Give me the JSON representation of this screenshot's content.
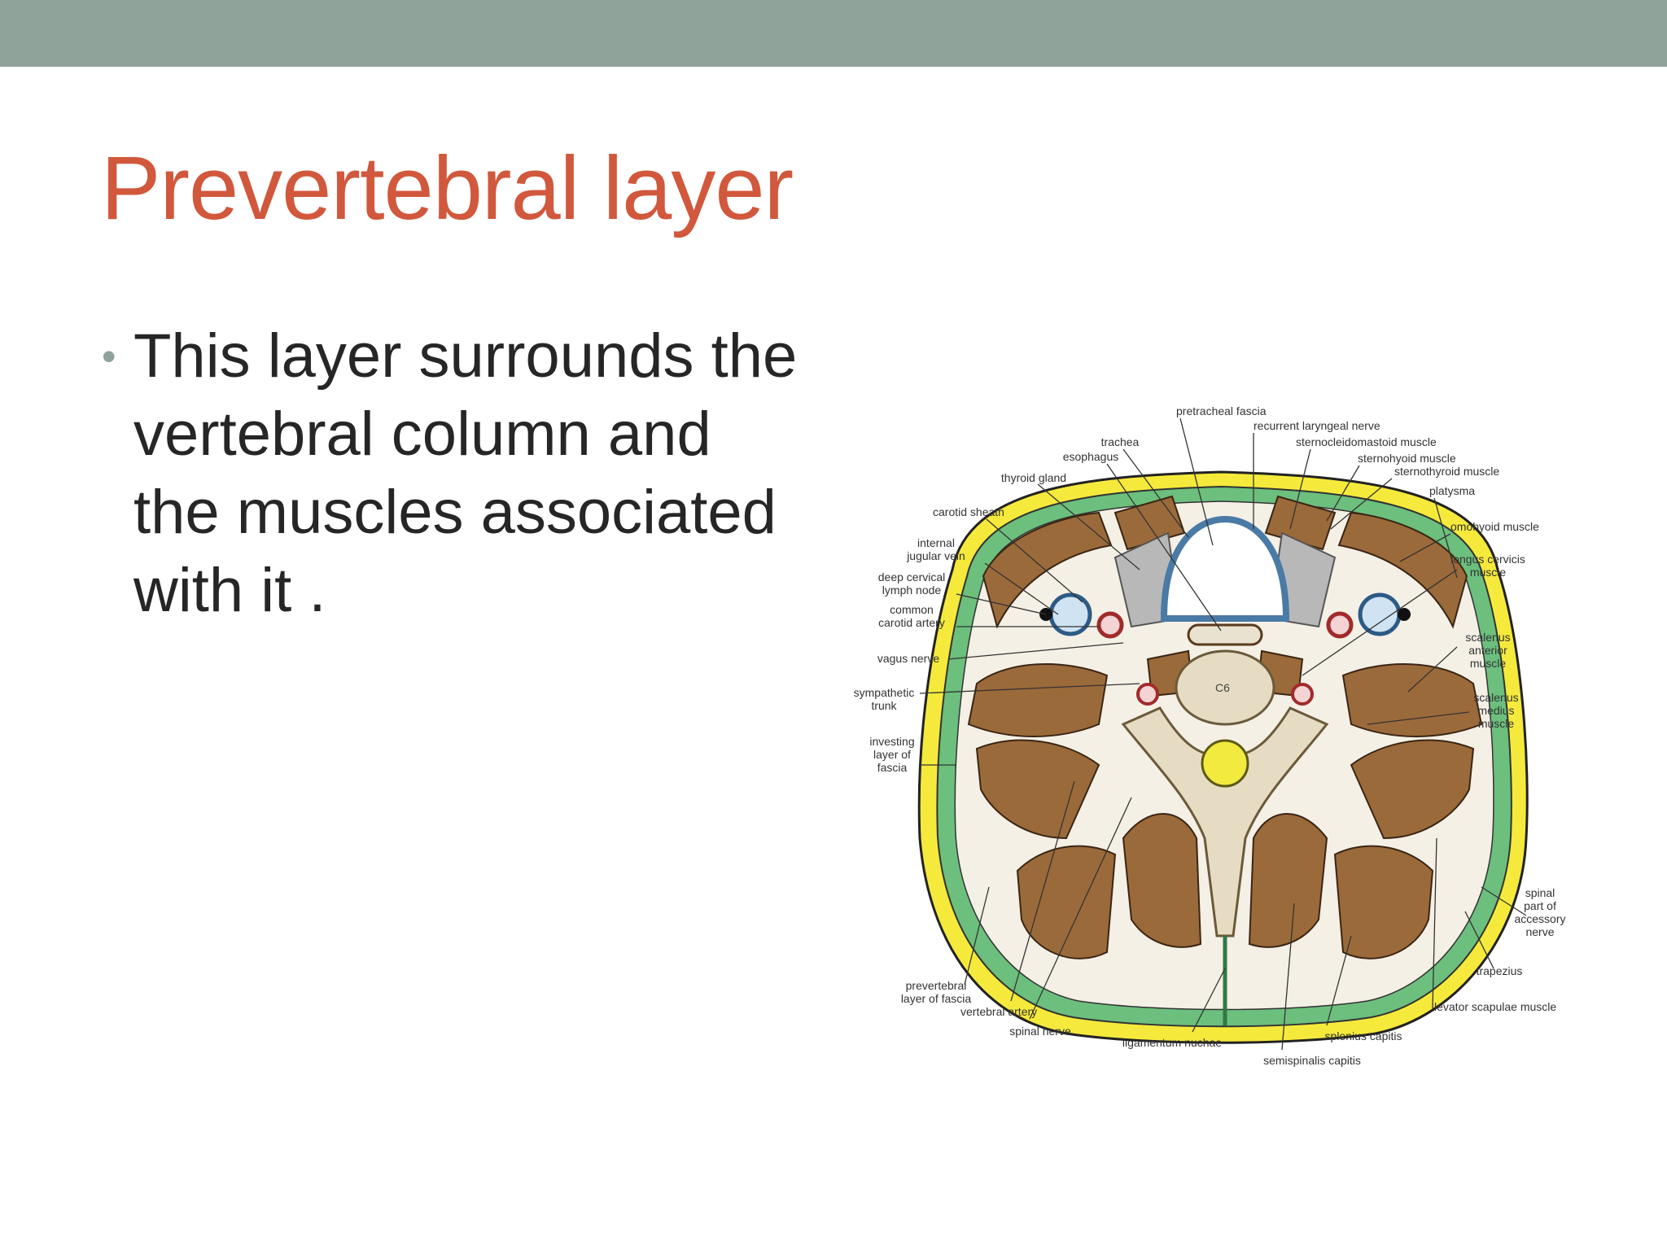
{
  "slide": {
    "title": "Prevertebral layer",
    "bullets": [
      "This layer  surrounds the vertebral column and the muscles associated with it ."
    ]
  },
  "diagram": {
    "labels": {
      "pretracheal_fascia": "pretracheal fascia",
      "recurrent_laryngeal_nerve": "recurrent laryngeal nerve",
      "trachea": "trachea",
      "sternocleidomastoid_muscle": "sternocleidomastoid muscle",
      "esophagus": "esophagus",
      "sternohyoid_muscle": "sternohyoid muscle",
      "sternothyroid_muscle": "sternothyroid muscle",
      "thyroid_gland": "thyroid gland",
      "platysma": "platysma",
      "carotid_sheath": "carotid sheath",
      "omohyoid_muscle": "omohyoid muscle",
      "internal_jugular_1": "internal",
      "internal_jugular_2": "jugular vein",
      "longus_cervicis_1": "longus cervicis",
      "longus_cervicis_2": "muscle",
      "deep_cervical_1": "deep cervical",
      "deep_cervical_2": "lymph node",
      "common_carotid_1": "common",
      "common_carotid_2": "carotid artery",
      "scalenus_anterior_1": "scalenus",
      "scalenus_anterior_2": "anterior",
      "scalenus_anterior_3": "muscle",
      "vagus_nerve": "vagus nerve",
      "sympathetic_1": "sympathetic",
      "sympathetic_2": "trunk",
      "scalenus_medius_1": "scalenus",
      "scalenus_medius_2": "medius",
      "scalenus_medius_3": "muscle",
      "investing_1": "investing",
      "investing_2": "layer of",
      "investing_3": "fascia",
      "c6": "C6",
      "spinal_accessory_1": "spinal",
      "spinal_accessory_2": "part of",
      "spinal_accessory_3": "accessory",
      "spinal_accessory_4": "nerve",
      "trapezius": "trapezius",
      "prevertebral_1": "prevertebral",
      "prevertebral_2": "layer of fascia",
      "vertebral_artery": "vertebral artery",
      "levator_scapulae": "levator scapulae muscle",
      "spinal_nerve": "spinal nerve",
      "ligamentum_nuchae": "ligamentum nuchae",
      "splenius_capitis": "splenius capitis",
      "semispinalis_capitis": "semispinalis capitis"
    }
  }
}
